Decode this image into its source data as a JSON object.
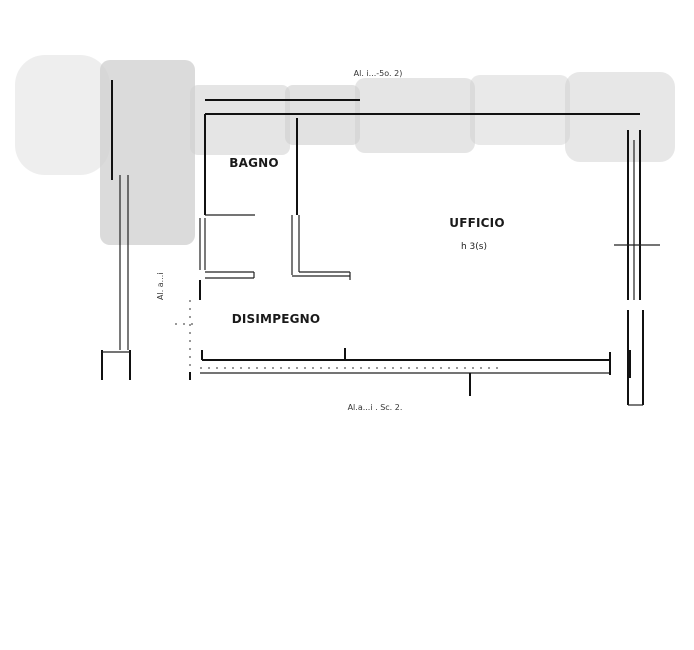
{
  "plan": {
    "top_edge_label": "Al.  i...-5o. 2)",
    "bottom_edge_label": "Al.a...i  . Sc. 2.",
    "left_edge_label": "Al. a...i",
    "rooms": [
      {
        "name": "BAGNO",
        "sub": ""
      },
      {
        "name": "UFFICIO",
        "sub": "h 3(s)"
      },
      {
        "name": "DISIMPEGNO",
        "sub": ""
      }
    ]
  },
  "colors": {
    "wall": "#111111",
    "redaction": "#cfcfcf",
    "background": "#ffffff"
  }
}
